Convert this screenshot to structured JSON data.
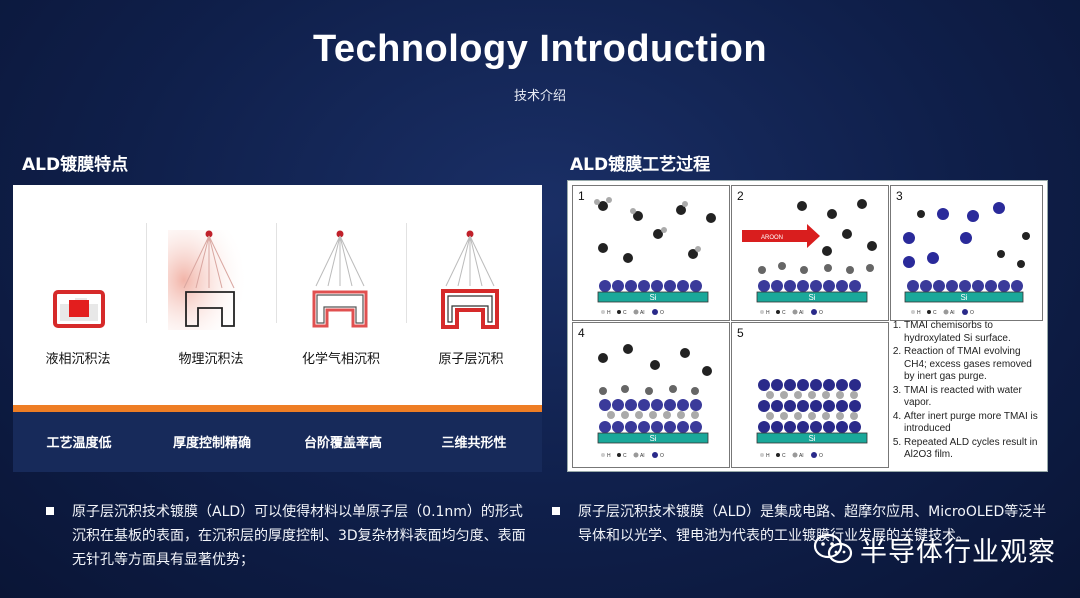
{
  "header": {
    "title": "Technology Introduction",
    "subtitle": "技术介绍"
  },
  "left": {
    "heading": "ALD镀膜特点",
    "features": [
      {
        "icon": "liquid-deposition-icon",
        "label": "液相沉积法"
      },
      {
        "icon": "physical-deposition-icon",
        "label": "物理沉积法"
      },
      {
        "icon": "chemical-vapor-deposition-icon",
        "label": "化学气相沉积"
      },
      {
        "icon": "atomic-layer-deposition-icon",
        "label": "原子层沉积"
      }
    ],
    "advantages": [
      "工艺温度低",
      "厚度控制精确",
      "台阶覆盖率高",
      "三维共形性"
    ],
    "accent_color": "#ee7d24",
    "bar_color": "#172a5a"
  },
  "right": {
    "heading": "ALD镀膜工艺过程",
    "steps": [
      "1",
      "2",
      "3",
      "4",
      "5"
    ],
    "substrate_label": "Si",
    "arrow_label": "AROON",
    "legend": [
      "H",
      "C",
      "Al",
      "O"
    ],
    "notes": [
      "TMAI chemisorbs to hydroxylated Si surface.",
      "Reaction of TMAI evolving CH4; excess gases removed by inert gas purge.",
      "TMAI is reacted with water vapor.",
      "After inert purge more TMAI is introduced",
      "Repeated ALD cycles result in Al2O3 film."
    ]
  },
  "bullets": [
    "原子层沉积技术镀膜（ALD）可以使得材料以单原子层（0.1nm）的形式沉积在基板的表面，在沉积层的厚度控制、3D复杂材料表面均匀度、表面无针孔等方面具有显著优势；",
    "原子层沉积技术镀膜（ALD）是集成电路、超摩尔应用、MicroOLED等泛半导体和以光学、锂电池为代表的工业镀膜行业发展的关键技术。"
  ],
  "watermark": "半导体行业观察"
}
